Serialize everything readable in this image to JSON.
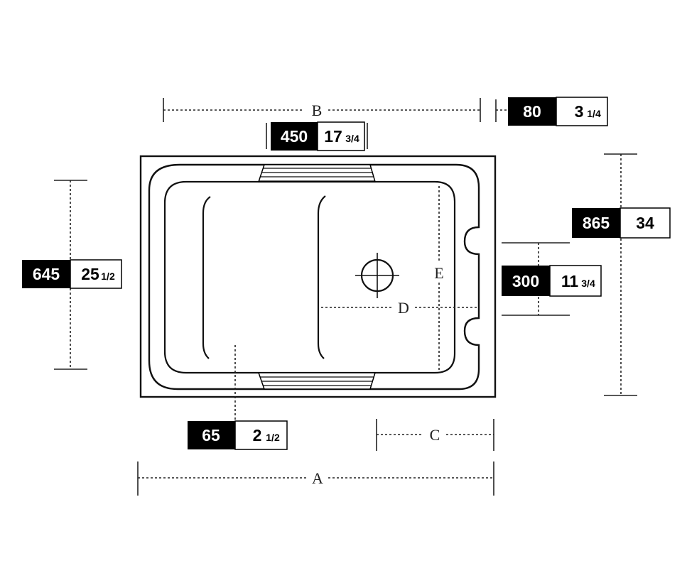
{
  "colors": {
    "ink": "#000000",
    "paper": "#ffffff",
    "line": "#333333"
  },
  "labels": {
    "a": "A",
    "b": "B",
    "c": "C",
    "d": "D",
    "e": "E"
  },
  "dims": {
    "d80": {
      "mm": "80",
      "in": "3",
      "frac": "1/4"
    },
    "d450": {
      "mm": "450",
      "in": "17",
      "frac": "3/4"
    },
    "d865": {
      "mm": "865",
      "in": "34",
      "frac": ""
    },
    "d645": {
      "mm": "645",
      "in": "25",
      "frac": "1/2"
    },
    "d300": {
      "mm": "300",
      "in": "11",
      "frac": "3/4"
    },
    "d65": {
      "mm": "65",
      "in": "2",
      "frac": "1/2"
    }
  },
  "icons": {
    "drain": "drain-crosshair-icon"
  }
}
